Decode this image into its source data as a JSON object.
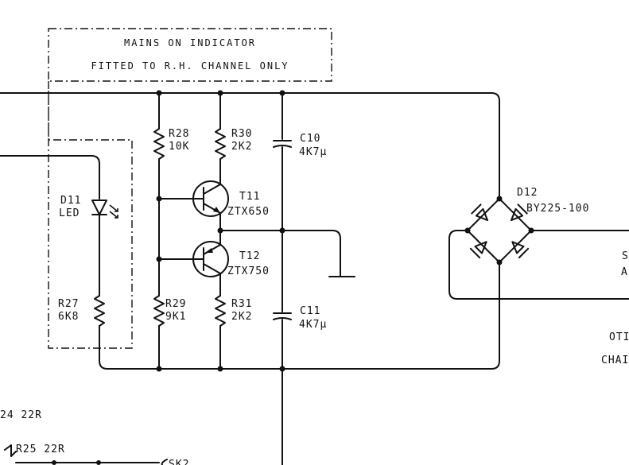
{
  "note": {
    "line1": "MAINS ON INDICATOR",
    "line2": "FITTED TO R.H. CHANNEL ONLY"
  },
  "components": {
    "d11": {
      "ref": "D11",
      "value": "LED"
    },
    "r27": {
      "ref": "R27",
      "value": "6K8"
    },
    "r28": {
      "ref": "R28",
      "value": "10K"
    },
    "r29": {
      "ref": "R29",
      "value": "9K1"
    },
    "r30": {
      "ref": "R30",
      "value": "2K2"
    },
    "r31": {
      "ref": "R31",
      "value": "2K2"
    },
    "c10": {
      "ref": "C10",
      "value": "4K7μ"
    },
    "c11": {
      "ref": "C11",
      "value": "4K7μ"
    },
    "t11": {
      "ref": "T11",
      "value": "ZTX650"
    },
    "t12": {
      "ref": "T12",
      "value": "ZTX750"
    },
    "d12": {
      "ref": "D12",
      "value": "BY225-100"
    },
    "r24": {
      "label": "24  22R"
    },
    "r25": {
      "label": "R25  22R"
    }
  },
  "edge_labels": {
    "s": "S",
    "a": "A",
    "oti": "OTI",
    "cha": "CHAI",
    "sk": "SK2"
  }
}
